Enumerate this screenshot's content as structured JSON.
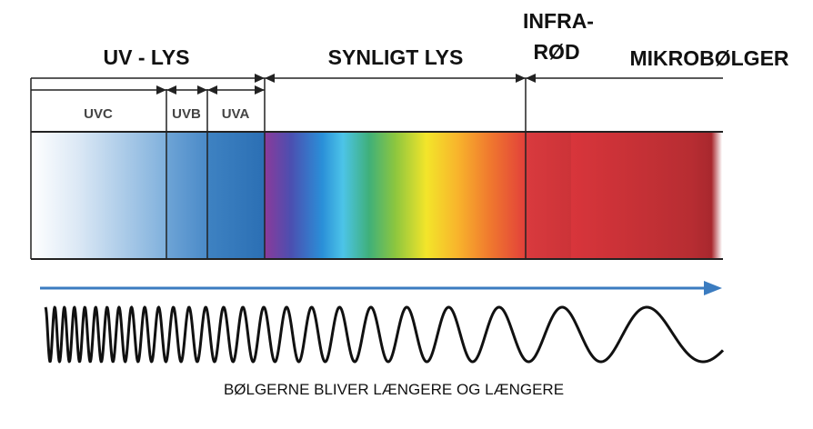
{
  "bands": {
    "uv": "UV - LYS",
    "visible": "SYNLIGT LYS",
    "infrared_line1": "INFRA-",
    "infrared_line2": "RØD",
    "microwave": "MIKROBØLGER"
  },
  "uv_subbands": {
    "uvc": "UVC",
    "uvb": "UVB",
    "uva": "UVA"
  },
  "caption": "BØLGERNE BLIVER LÆNGERE OG LÆNGERE",
  "colors": {
    "uv_blue": "#2b73b8",
    "arrow_blue": "#3b7cc0",
    "infrared_red": "#d93a3e",
    "microwave_red": "#b52a2f"
  }
}
